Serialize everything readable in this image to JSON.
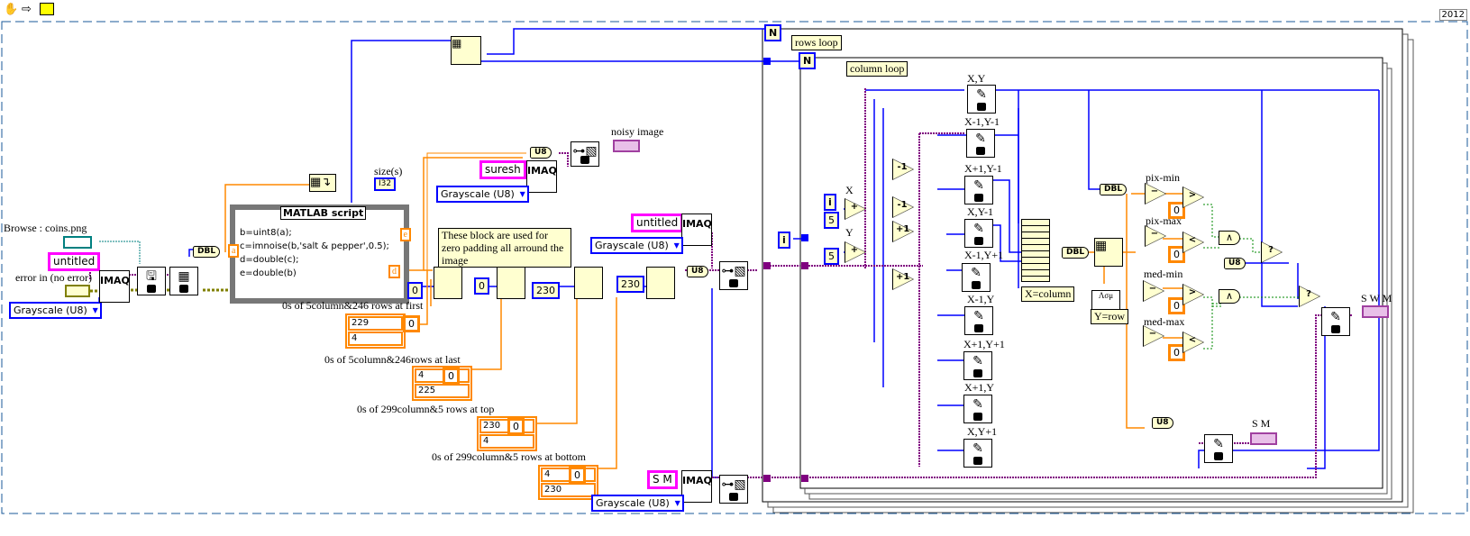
{
  "toolbar": {
    "icons": [
      "hand-tool-icon",
      "arrow-icon",
      "run-icon"
    ]
  },
  "version": "2012",
  "left": {
    "browse_label": "Browse :  coins.png",
    "untitled": "untitled",
    "error_in": "error in (no error)",
    "grayscale": "Grayscale (U8)",
    "imaq": "IMAQ",
    "dbl": "DBL"
  },
  "matlab": {
    "title": "MATLAB script",
    "lines": [
      "b=uint8(a);",
      "c=imnoise(b,'salt & pepper',0.5);",
      "d=double(c);",
      "e=double(b)"
    ],
    "in_a": "a",
    "out_e": "e",
    "out_d": "d"
  },
  "size": {
    "label": "size(s)",
    "type": "I32"
  },
  "noise": {
    "u8": "U8",
    "label": "noisy image",
    "string": "suresh",
    "grayscale": "Grayscale (U8)",
    "imaq": "IMAQ"
  },
  "padding": {
    "comment": "These block are used for zero padding all arround the image",
    "consts": [
      "0",
      "0",
      "230",
      "230"
    ],
    "labels": [
      "0s of 5column&246 rows at first",
      "0s of 5column&246rows at last",
      "0s of 299column&5 rows at  top",
      "0s of 299column&5 rows at bottom"
    ],
    "arrays": [
      [
        "229",
        "4"
      ],
      [
        "4",
        "225"
      ],
      [
        "230",
        "4"
      ],
      [
        "4",
        "230"
      ]
    ],
    "array_zero": "0"
  },
  "right_input": {
    "untitled": "untitled",
    "imaq": "IMAQ",
    "grayscale": "Grayscale (U8)",
    "u8": "U8"
  },
  "bottom": {
    "sm": "S M",
    "imaq": "IMAQ",
    "grayscale": "Grayscale (U8)"
  },
  "loops": {
    "n": "N",
    "rows": "rows loop",
    "columns": "column loop",
    "i": "i",
    "x": "X",
    "y": "Y",
    "five": "5",
    "ops": [
      "-1",
      "-1",
      "+1",
      "+1"
    ],
    "plus": "+"
  },
  "pixels": [
    "X,Y",
    "X-1,Y-1",
    "X+1,Y-1",
    "X,Y-1",
    "X-1,Y+1",
    "X-1,Y",
    "X+1,Y+1",
    "X+1,Y",
    "X,Y+1"
  ],
  "filter": {
    "xcol": "X=column",
    "yrow": "Y=row",
    "dbl1": "DBL",
    "dbl2": "DBL",
    "u8a": "U8",
    "u8b": "U8",
    "pixmin": "pix-min",
    "pixmax": "pix-max",
    "medmin": "med-min",
    "medmax": "med-max",
    "zero": "0",
    "gt": ">",
    "lt": "<",
    "and": "∧",
    "minus": "−",
    "swm": "S W M",
    "sm": "S M"
  },
  "colors": {
    "int": "#0000ff",
    "dbl": "#ff8000",
    "image": "#800080",
    "error": "#808000",
    "string": "#ff00ff",
    "path": "#008080"
  }
}
